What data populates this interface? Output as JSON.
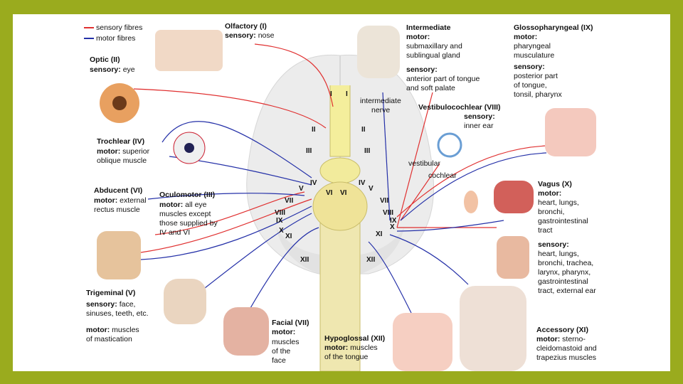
{
  "legend": {
    "sensory": "sensory fibres",
    "motor": "motor fibres",
    "sensory_color": "#e03030",
    "motor_color": "#2430a8"
  },
  "nerves": {
    "olfactory": {
      "title": "Olfactory (I)",
      "sensory_label": "sensory:",
      "sensory_text": "nose"
    },
    "optic": {
      "title": "Optic (II)",
      "sensory_label": "sensory:",
      "sensory_text": "eye"
    },
    "trochlear": {
      "title": "Trochlear (IV)",
      "motor_label": "motor:",
      "motor_text_1": "superior",
      "motor_text_2": "oblique muscle"
    },
    "abducent": {
      "title": "Abducent (VI)",
      "motor_label": "motor:",
      "motor_text_1": "external",
      "motor_text_2": "rectus muscle"
    },
    "oculomotor": {
      "title": "Oculomotor (III)",
      "motor_label": "motor:",
      "motor_text_1": "all eye",
      "motor_text_2": "muscles except",
      "motor_text_3": "those supplied by",
      "motor_text_4": "IV and VI"
    },
    "trigeminal": {
      "title": "Trigeminal (V)",
      "sensory_label": "sensory:",
      "sensory_text_1": "face,",
      "sensory_text_2": "sinuses, teeth, etc.",
      "motor_label": "motor:",
      "motor_text_1": "muscles",
      "motor_text_2": "of mastication"
    },
    "facial": {
      "title": "Facial (VII)",
      "motor_label": "motor:",
      "motor_text_1": "muscles",
      "motor_text_2": "of the",
      "motor_text_3": "face"
    },
    "hypoglossal": {
      "title": "Hypoglossal (XII)",
      "motor_label": "motor:",
      "motor_text_1": "muscles",
      "motor_text_2": "of the tongue"
    },
    "intermediate": {
      "title": "Intermediate",
      "motor_label": "motor:",
      "motor_text_1": "submaxillary and",
      "motor_text_2": "sublingual gland",
      "sensory_label": "sensory:",
      "sensory_text_1": "anterior part of tongue",
      "sensory_text_2": "and soft palate"
    },
    "glossopharyngeal": {
      "title": "Glossopharyngeal (IX)",
      "motor_label": "motor:",
      "motor_text_1": "pharyngeal",
      "motor_text_2": "musculature",
      "sensory_label": "sensory:",
      "sensory_text_1": "posterior part",
      "sensory_text_2": "of tongue,",
      "sensory_text_3": "tonsil, pharynx"
    },
    "vestibulocochlear": {
      "title": "Vestibulocochlear (VIII)",
      "sensory_label": "sensory:",
      "sensory_text": "inner ear"
    },
    "vagus": {
      "title": "Vagus (X)",
      "motor_label": "motor:",
      "motor_text_1": "heart, lungs,",
      "motor_text_2": "bronchi,",
      "motor_text_3": "gastrointestinal",
      "motor_text_4": "tract",
      "sensory_label": "sensory:",
      "sensory_text_1": "heart, lungs,",
      "sensory_text_2": "bronchi, trachea,",
      "sensory_text_3": "larynx, pharynx,",
      "sensory_text_4": "gastrointestinal",
      "sensory_text_5": "tract, external ear"
    },
    "accessory": {
      "title": "Accessory (XI)",
      "motor_label": "motor:",
      "motor_text_1": "sterno-",
      "motor_text_2": "cleidomastoid and",
      "motor_text_3": "trapezius muscles"
    }
  },
  "brain_labels": {
    "intermediate_nerve_1": "intermediate",
    "intermediate_nerve_2": "nerve",
    "vestibular": "vestibular",
    "cochlear": "cochlear",
    "numerals": [
      "I",
      "I",
      "II",
      "II",
      "III",
      "III",
      "IV",
      "IV",
      "V",
      "V",
      "VI",
      "VI",
      "VII",
      "VII",
      "VIII",
      "VIII",
      "IX",
      "IX",
      "X",
      "X",
      "XI",
      "XI",
      "XII",
      "XII"
    ]
  }
}
